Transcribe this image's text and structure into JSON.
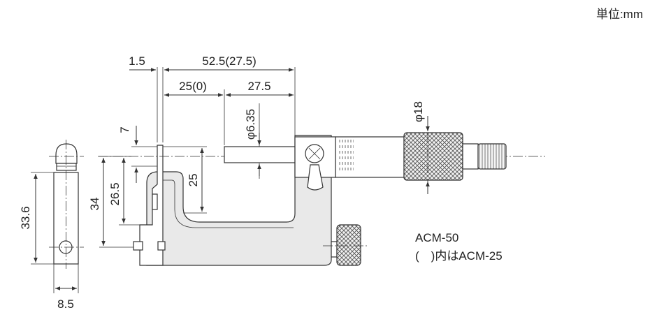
{
  "unit_note": "単位:mm",
  "dimensions": {
    "d1_5": "1.5",
    "d52_5": "52.5(27.5)",
    "d25_0": "25(0)",
    "d27_5": "27.5",
    "d6_35": "φ6.35",
    "d18": "φ18",
    "d7": "7",
    "d25v": "25",
    "d26_5": "26.5",
    "d34": "34",
    "d33_6": "33.6",
    "d8_5": "8.5"
  },
  "model": {
    "name": "ACM-50",
    "note": "(　)内はACM-25"
  }
}
